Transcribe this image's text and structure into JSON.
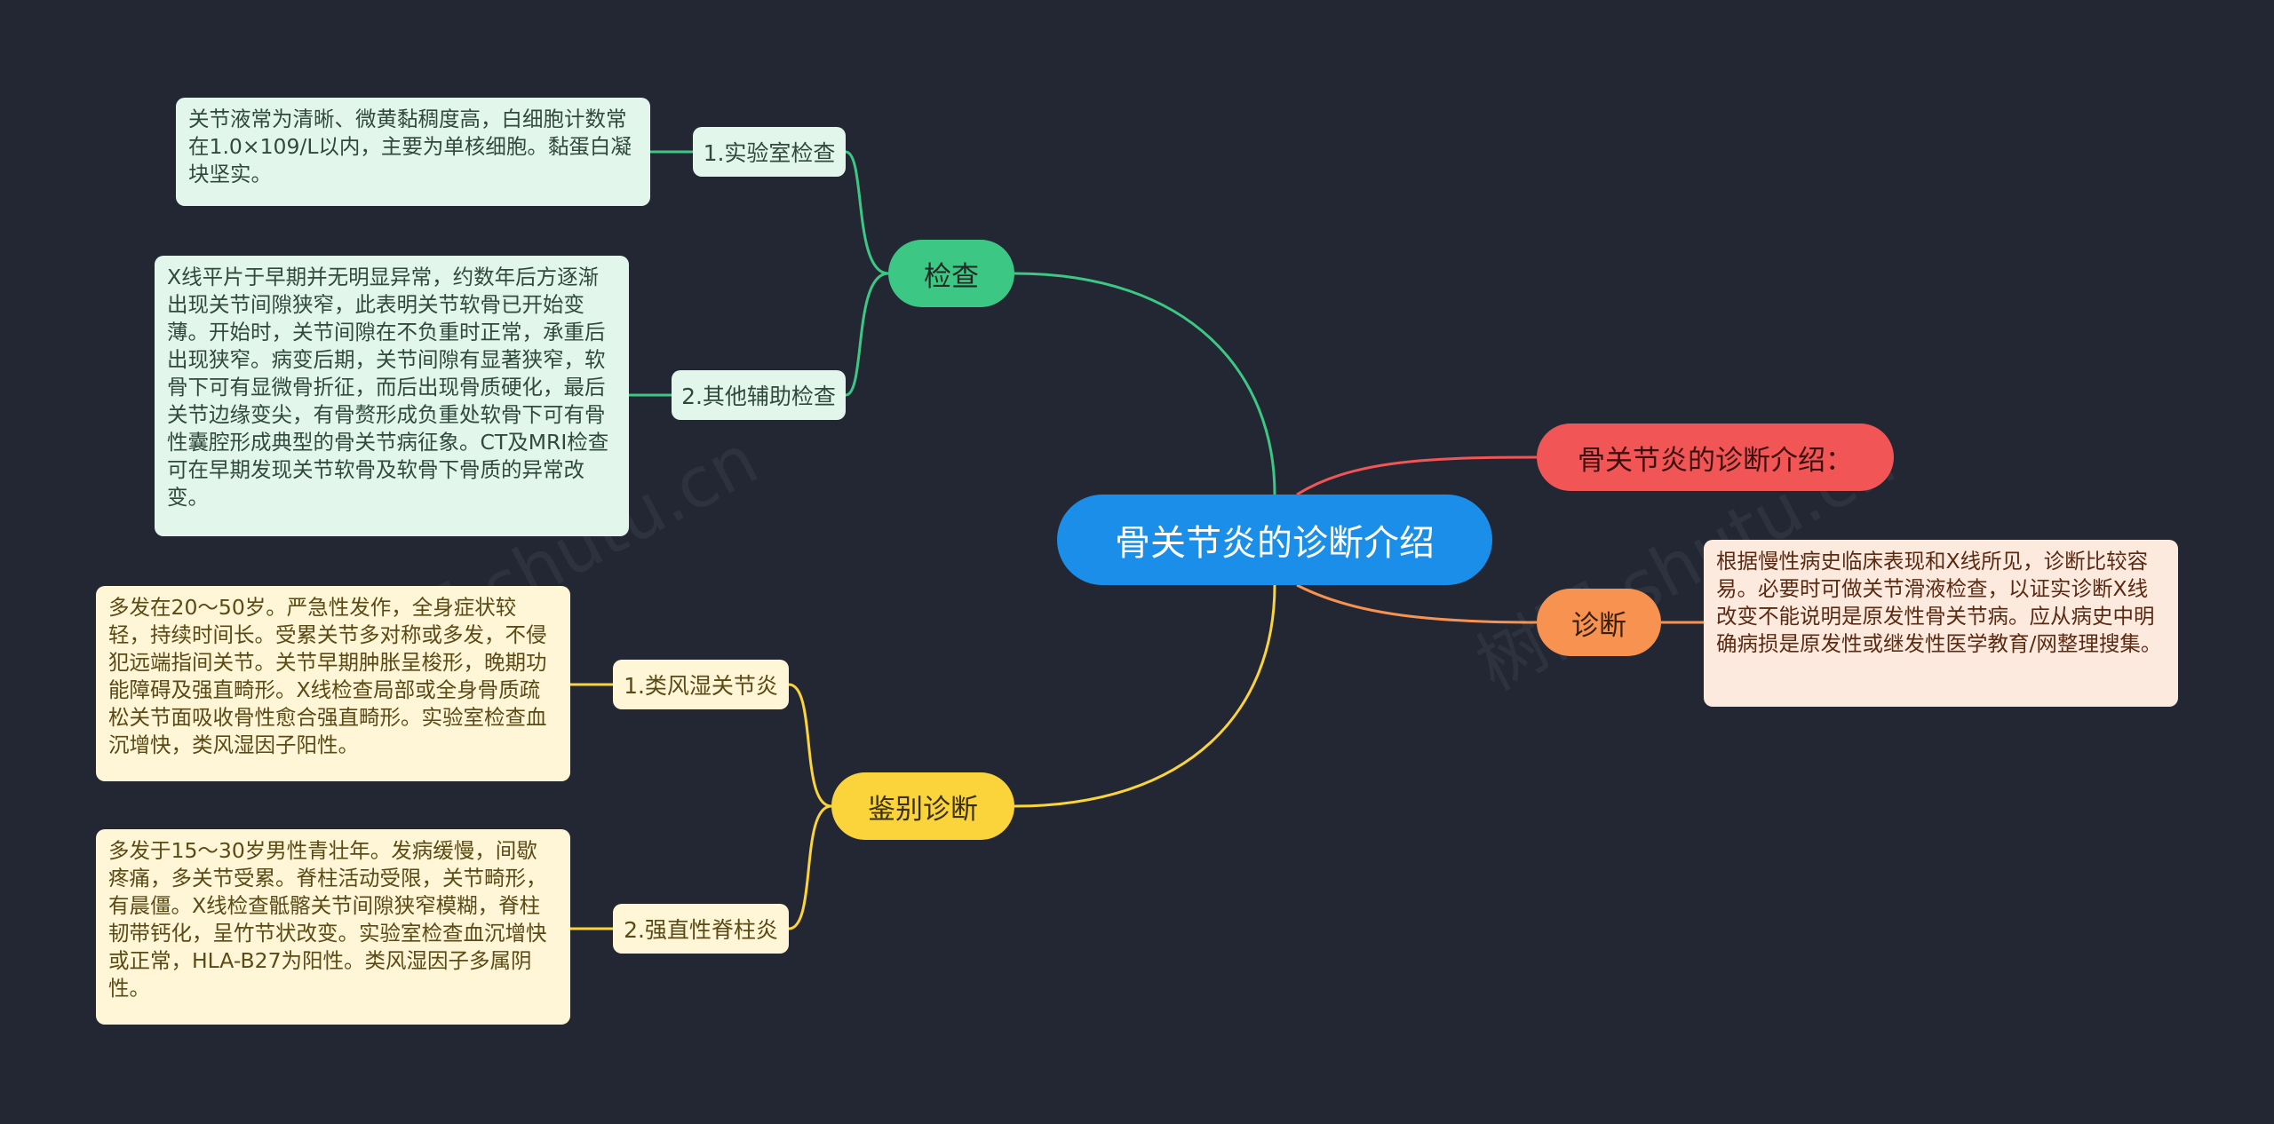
{
  "root": {
    "label": "骨关节炎的诊断介绍"
  },
  "branches": {
    "check": {
      "label": "检查"
    },
    "differential": {
      "label": "鉴别诊断"
    },
    "intro": {
      "label": "骨关节炎的诊断介绍："
    },
    "diagnosis": {
      "label": "诊断"
    }
  },
  "subtopics": {
    "lab": {
      "label": "1.实验室检查",
      "text": "关节液常为清晰、微黄黏稠度高，白细胞计数常在1.0×109/L以内，主要为单核细胞。黏蛋白凝块坚实。"
    },
    "aux": {
      "label": "2.其他辅助检查",
      "text": "X线平片于早期并无明显异常，约数年后方逐渐出现关节间隙狭窄，此表明关节软骨已开始变薄。开始时，关节间隙在不负重时正常，承重后出现狭窄。病变后期，关节间隙有显著狭窄，软骨下可有显微骨折征，而后出现骨质硬化，最后关节边缘变尖，有骨赘形成负重处软骨下可有骨性囊腔形成典型的骨关节病征象。CT及MRI检查可在早期发现关节软骨及软骨下骨质的异常改变。"
    },
    "ra": {
      "label": "1.类风湿关节炎",
      "text": "多发在20～50岁。严急性发作，全身症状较轻，持续时间长。受累关节多对称或多发，不侵犯远端指间关节。关节早期肿胀呈梭形，晚期功能障碍及强直畸形。X线检查局部或全身骨质疏松关节面吸收骨性愈合强直畸形。实验室检查血沉增快，类风湿因子阳性。"
    },
    "as": {
      "label": "2.强直性脊柱炎",
      "text": "多发于15～30岁男性青壮年。发病缓慢，间歇疼痛，多关节受累。脊柱活动受限，关节畸形，有晨僵。X线检查骶髂关节间隙狭窄模糊，脊柱韧带钙化，呈竹节状改变。实验室检查血沉增快或正常，HLA-B27为阳性。类风湿因子多属阴性。"
    },
    "diag": {
      "text": "根据慢性病史临床表现和X线所见，诊断比较容易。必要时可做关节滑液检查，以证实诊断X线改变不能说明是原发性骨关节病。应从病史中明确病损是原发性或继发性医学教育/网整理搜集。"
    }
  },
  "watermark": "树图 shutu.cn",
  "colors": {
    "background": "#232734",
    "root": "#1B8EEA",
    "check": "#3CC884",
    "differential": "#FBD33A",
    "intro": "#F25555",
    "diagnosis": "#F79251"
  }
}
